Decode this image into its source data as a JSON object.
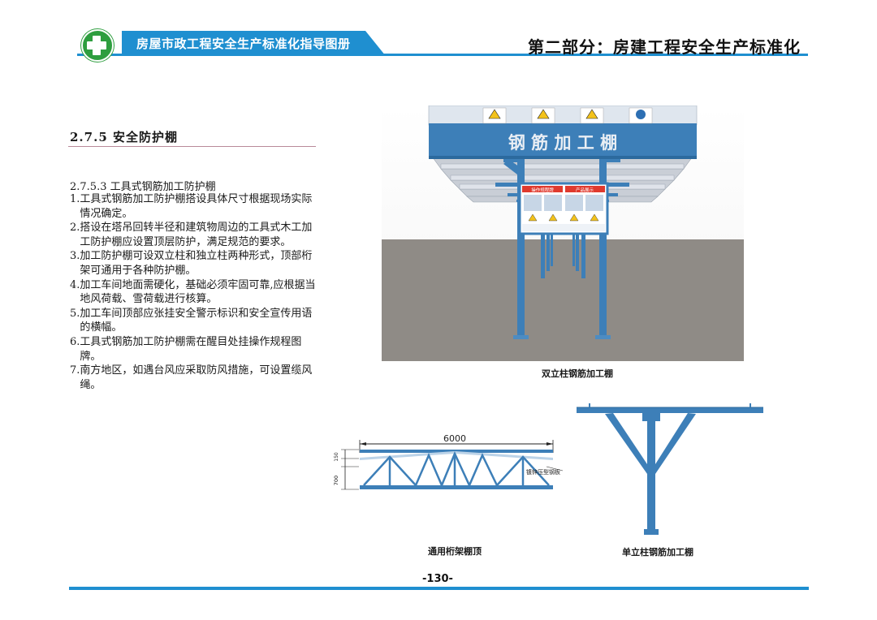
{
  "header": {
    "book_title": "房屋市政工程安全生产标准化指导图册",
    "part_title": "第二部分：房建工程安全生产标准化"
  },
  "section": {
    "title": "2.7.5 安全防护棚",
    "subtitle": "2.7.5.3 工具式钢筋加工防护棚",
    "items": [
      {
        "num": "1.",
        "text": "工具式钢筋加工防护棚搭设具体尺寸根据现场实际情况确定。"
      },
      {
        "num": "2.",
        "text": "搭设在塔吊回转半径和建筑物周边的工具式木工加工防护棚应设置顶层防护，满足规范的要求。"
      },
      {
        "num": "3.",
        "text": "加工防护棚可设双立柱和独立柱两种形式，顶部桁架可通用于各种防护棚。"
      },
      {
        "num": "4.",
        "text": "加工车间地面需硬化，基础必须牢固可靠,应根据当地风荷载、雪荷载进行核算。"
      },
      {
        "num": "5.",
        "text": "加工车间顶部应张挂安全警示标识和安全宣传用语的横幅。"
      },
      {
        "num": "6.",
        "text": "工具式钢筋加工防护棚需在醒目处挂操作规程图牌。"
      },
      {
        "num": "7.",
        "text": "南方地区，如遇台风应采取防风措施，可设置缆风绳。"
      }
    ]
  },
  "figures": {
    "main_sign": "钢 筋 加 工 棚",
    "main_caption": "双立柱钢筋加工棚",
    "truss_caption": "通用桁架棚顶",
    "truss_dim_width": "6000",
    "truss_dim_height": "700",
    "truss_dim_small": "150",
    "truss_note": "镀锌压型钢板",
    "single_caption": "单立柱钢筋加工棚",
    "board_title_left": "操作规程牌",
    "board_title_right": "产品展示"
  },
  "footer": {
    "page_number": "-130-"
  },
  "colors": {
    "accent_blue": "#1f8fd0",
    "steel_blue": "#3d7fb8",
    "logo_green": "#2e9e3f"
  }
}
